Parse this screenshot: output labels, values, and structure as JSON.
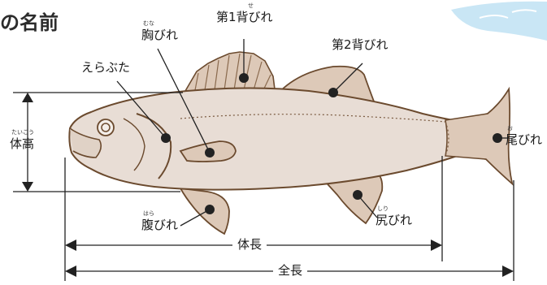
{
  "title": "の名前",
  "labels": {
    "dorsal1": "第1背びれ",
    "dorsal1_ruby": "せ",
    "pectoral": "胸びれ",
    "pectoral_ruby": "むな",
    "gill_cover": "えらぶた",
    "dorsal2": "第2背びれ",
    "body_height": "体高",
    "body_height_ruby": "たいこう",
    "caudal": "尾びれ",
    "caudal_ruby": "お",
    "pelvic": "腹びれ",
    "pelvic_ruby": "はら",
    "anal": "尻びれ",
    "anal_ruby": "しり",
    "body_length": "体長",
    "total_length": "全長"
  },
  "colors": {
    "fish_body": "#e8ddd5",
    "fish_outline": "#6b4a2e",
    "fin": "#ddc9b8",
    "label_dot": "#222222",
    "sky": "#bfe0f2"
  }
}
